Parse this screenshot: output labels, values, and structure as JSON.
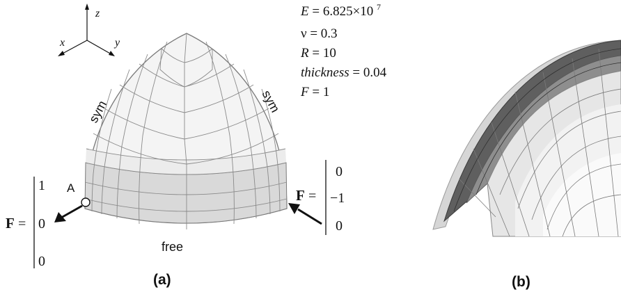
{
  "axes": {
    "x": "x",
    "y": "y",
    "z": "z"
  },
  "parameters": {
    "E_label": "E",
    "E_value": "= 6.825×10",
    "E_exp": "7",
    "nu_label": "ν",
    "nu_value": "= 0.3",
    "R_label": "R",
    "R_value": "= 10",
    "thickness_label": "thickness",
    "thickness_value": "= 0.04",
    "F_label": "F",
    "F_value": "= 1"
  },
  "boundary_labels": {
    "sym_left": "sym",
    "sym_right": "sym",
    "free": "free"
  },
  "point_label": "A",
  "force_left": {
    "label": "F",
    "eq": "=",
    "components": [
      "1",
      "0",
      "0"
    ]
  },
  "force_right": {
    "label": "F",
    "eq": "=",
    "components": [
      "0",
      "−1",
      "0"
    ]
  },
  "captions": {
    "a": "(a)",
    "b": "(b)"
  },
  "colors": {
    "mesh_fill": "#f4f4f4",
    "band_fill": "#dcdcdc",
    "edge": "#8a8a8a",
    "dark_shell": "#666666"
  }
}
